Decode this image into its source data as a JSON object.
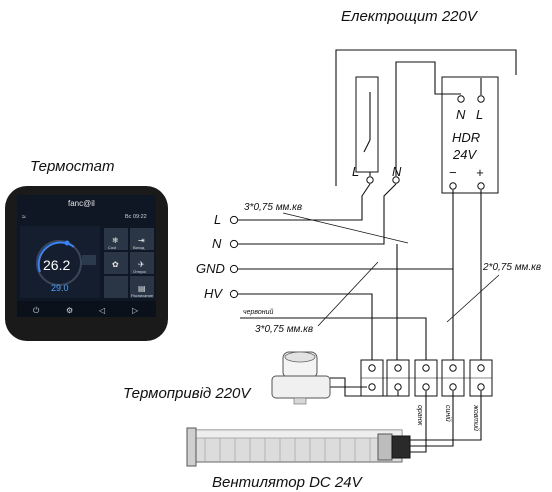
{
  "titles": {
    "panel": "Електрощит 220V",
    "thermostat": "Термостат",
    "actuator": "Термопривід 220V",
    "fan": "Вентилятор DC 24V"
  },
  "power_supply": {
    "name": "HDR",
    "voltage": "24V",
    "top_terminals": [
      "N",
      "L"
    ],
    "bottom_terminals": [
      "−",
      "+"
    ]
  },
  "panel_terminals": {
    "l": "L",
    "n": "N"
  },
  "thermostat_terminals": [
    "L",
    "N",
    "GND",
    "HV"
  ],
  "cable_notes": {
    "c1": "3*0,75 мм.кв",
    "c2": "3*0,75 мм.кв",
    "c3": "2*0,75 мм.кв"
  },
  "wire_colors": {
    "red": "червоний",
    "blue": "синій",
    "orange": "оранж",
    "yellow": "жовтий"
  },
  "thermostat_display": {
    "brand": "fanc@il",
    "clock": "Вс 09:22",
    "temp_main": "26.2",
    "temp_sub": "29.0",
    "tiles": [
      "Cool",
      "Виход",
      "",
      "Отпуск",
      "",
      "Расписание"
    ]
  },
  "colors": {
    "line": "#111111",
    "device_body": "#1a1a1a",
    "screen_bg": "#101826",
    "accent_blue": "#3b82f6",
    "accent_red": "#e0443a"
  }
}
